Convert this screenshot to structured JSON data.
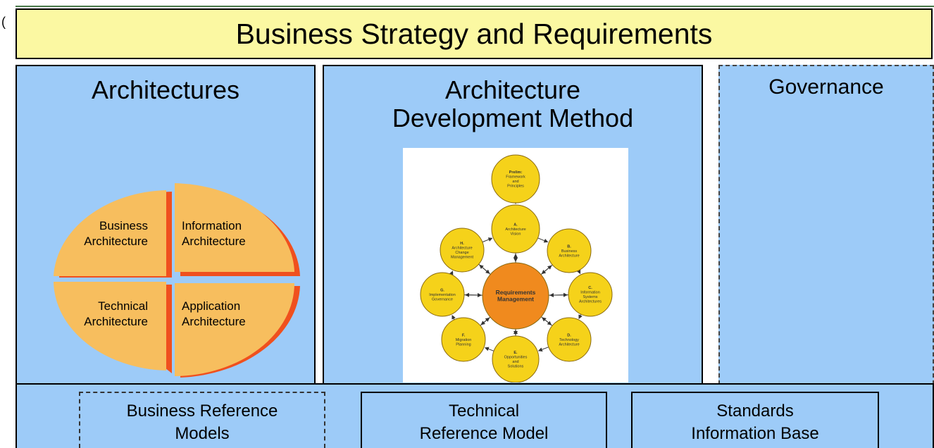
{
  "header": {
    "title": "Business Strategy and Requirements"
  },
  "stray_char": "(",
  "panels": {
    "architectures": {
      "title": "Architectures",
      "quadrants": [
        {
          "line1": "Business",
          "line2": "Architecture"
        },
        {
          "line1": "Information",
          "line2": "Architecture"
        },
        {
          "line1": "Technical",
          "line2": "Architecture"
        },
        {
          "line1": "Application",
          "line2": "Architecture"
        }
      ]
    },
    "adm": {
      "title_line1": "Architecture",
      "title_line2": "Development Method",
      "nodes": {
        "prelim": [
          "Prelim:",
          "Framework",
          "and",
          "Principles"
        ],
        "a": [
          "A.",
          "Architecture",
          "Vision"
        ],
        "b": [
          "B.",
          "Business",
          "Architecture"
        ],
        "c": [
          "C.",
          "Information",
          "Systems",
          "Architectures"
        ],
        "d": [
          "D.",
          "Technology",
          "Architecture"
        ],
        "e": [
          "E.",
          "Opportunities",
          "and",
          "Solutions"
        ],
        "f": [
          "F.",
          "Migration",
          "Planning"
        ],
        "g": [
          "G.",
          "Implementation",
          "Governance"
        ],
        "h": [
          "H.",
          "Architecture",
          "Change",
          "Management"
        ],
        "center": [
          "Requirements",
          "Management"
        ]
      }
    },
    "governance": {
      "title": "Governance"
    }
  },
  "bottom": {
    "business_ref": {
      "line1": "Business Reference",
      "line2": "Models"
    },
    "technical_ref": {
      "line1": "Technical",
      "line2": "Reference Model"
    },
    "standards": {
      "line1": "Standards",
      "line2": "Information Base"
    }
  },
  "colors": {
    "panel": "#9dcbf8",
    "banner": "#fbf8a2",
    "quadrant_fill": "#f7be5e",
    "quadrant_shadow": "#f0501e",
    "node_fill": "#f5d21a",
    "center_fill": "#f08a1e"
  }
}
